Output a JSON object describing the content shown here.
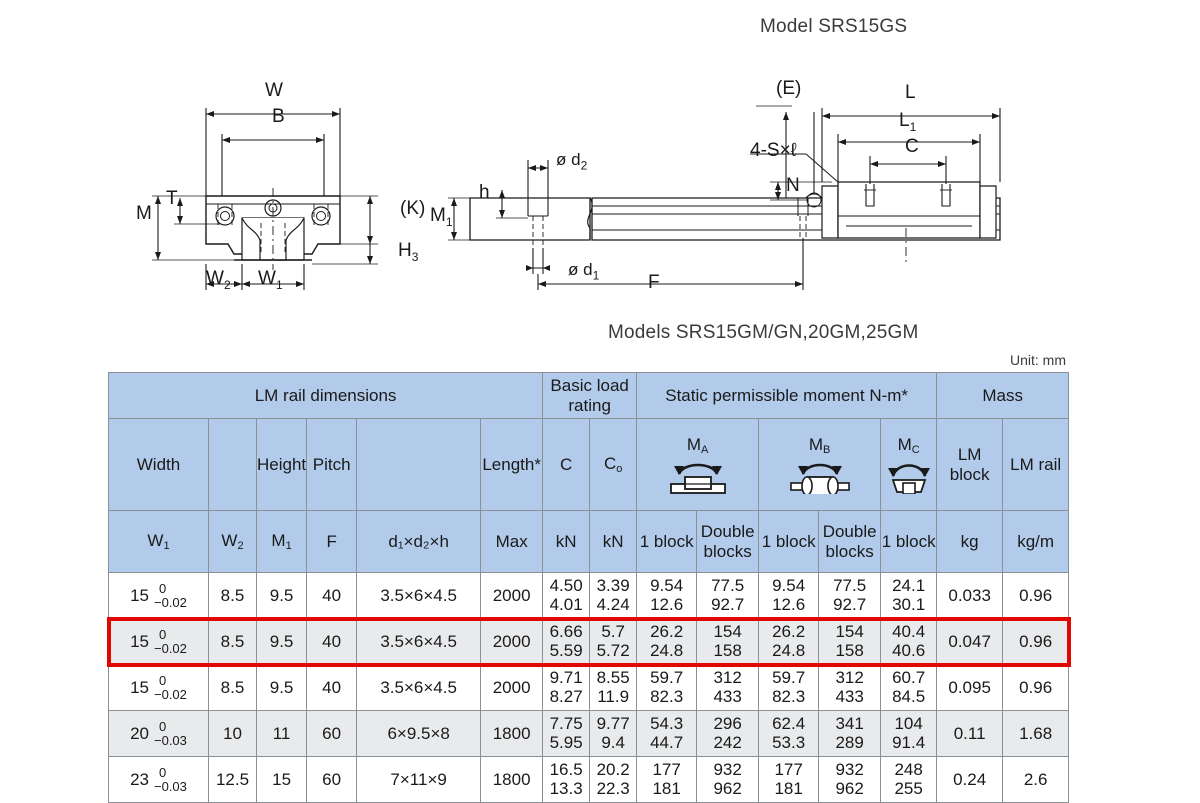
{
  "titles": {
    "top": "Model SRS15GS",
    "middle": "Models SRS15GM/GN,20GM,25GM",
    "unit_note": "Unit: mm"
  },
  "drawing_left": {
    "labels": {
      "W": "W",
      "B": "B",
      "T": "T",
      "M": "M",
      "K": "(K)",
      "H3_main": "H",
      "H3_sub": "3",
      "W2_main": "W",
      "W2_sub": "2",
      "W1_main": "W",
      "W1_sub": "1"
    }
  },
  "drawing_right": {
    "labels": {
      "M1_main": "M",
      "M1_sub": "1",
      "h": "h",
      "d2_sym": "ø",
      "d2_main": "d",
      "d2_sub": "2",
      "d1_sym": "ø",
      "d1_main": "d",
      "d1_sub": "1",
      "F": "F",
      "E": "(E)",
      "S": "4-S×ℓ",
      "N": "N",
      "L": "L",
      "L1_main": "L",
      "L1_sub": "1",
      "C": "C"
    }
  },
  "table": {
    "group_headers": [
      {
        "label": "LM rail dimensions",
        "span": 6
      },
      {
        "label": "Basic load rating",
        "span": 2
      },
      {
        "label": "Static permissible moment N-m*",
        "span": 5
      },
      {
        "label": "Mass",
        "span": 2
      }
    ],
    "mid_headers": {
      "width": "Width",
      "blank1": "",
      "height": "Height",
      "pitch": "Pitch",
      "blank2": "",
      "length": "Length*",
      "C": "C",
      "C0_main": "C",
      "C0_sub": "o",
      "MA_main": "M",
      "MA_sub": "A",
      "MB_main": "M",
      "MB_sub": "B",
      "MC_main": "M",
      "MC_sub": "C",
      "lm_block": "LM block",
      "lm_rail": "LM rail"
    },
    "sub_headers": {
      "W1_main": "W",
      "W1_sub": "1",
      "W2_main": "W",
      "W2_sub": "2",
      "M1_main": "M",
      "M1_sub": "1",
      "F": "F",
      "dxdxh": "d₁×d₂×h",
      "max": "Max",
      "kN_c": "kN",
      "kN_c0": "kN",
      "one_block_a": "1 block",
      "double_blocks_a": "Double blocks",
      "one_block_b": "1 block",
      "double_blocks_b": "Double blocks",
      "one_block_c": "1 block",
      "kg": "kg",
      "kg_m": "kg/m"
    },
    "highlighted_row_index": 1,
    "rows": [
      {
        "W1": "15",
        "W1_tol_hi": "0",
        "W1_tol_lo": "−0.02",
        "W2": "8.5",
        "M1": "9.5",
        "F": "40",
        "dxdxh": "3.5×6×4.5",
        "max": "2000",
        "C": [
          "4.50",
          "4.01"
        ],
        "C0": [
          "3.39",
          "4.24"
        ],
        "MA_one": [
          "9.54",
          "12.6"
        ],
        "MA_double": [
          "77.5",
          "92.7"
        ],
        "MB_one": [
          "9.54",
          "12.6"
        ],
        "MB_double": [
          "77.5",
          "92.7"
        ],
        "MC_one": [
          "24.1",
          "30.1"
        ],
        "mass_block": "0.033",
        "mass_rail": "0.96",
        "shaded": false
      },
      {
        "W1": "15",
        "W1_tol_hi": "0",
        "W1_tol_lo": "−0.02",
        "W2": "8.5",
        "M1": "9.5",
        "F": "40",
        "dxdxh": "3.5×6×4.5",
        "max": "2000",
        "C": [
          "6.66",
          "5.59"
        ],
        "C0": [
          "5.7",
          "5.72"
        ],
        "MA_one": [
          "26.2",
          "24.8"
        ],
        "MA_double": [
          "154",
          "158"
        ],
        "MB_one": [
          "26.2",
          "24.8"
        ],
        "MB_double": [
          "154",
          "158"
        ],
        "MC_one": [
          "40.4",
          "40.6"
        ],
        "mass_block": "0.047",
        "mass_rail": "0.96",
        "shaded": true
      },
      {
        "W1": "15",
        "W1_tol_hi": "0",
        "W1_tol_lo": "−0.02",
        "W2": "8.5",
        "M1": "9.5",
        "F": "40",
        "dxdxh": "3.5×6×4.5",
        "max": "2000",
        "C": [
          "9.71",
          "8.27"
        ],
        "C0": [
          "8.55",
          "11.9"
        ],
        "MA_one": [
          "59.7",
          "82.3"
        ],
        "MA_double": [
          "312",
          "433"
        ],
        "MB_one": [
          "59.7",
          "82.3"
        ],
        "MB_double": [
          "312",
          "433"
        ],
        "MC_one": [
          "60.7",
          "84.5"
        ],
        "mass_block": "0.095",
        "mass_rail": "0.96",
        "shaded": false
      },
      {
        "W1": "20",
        "W1_tol_hi": "0",
        "W1_tol_lo": "−0.03",
        "W2": "10",
        "M1": "11",
        "F": "60",
        "dxdxh": "6×9.5×8",
        "max": "1800",
        "C": [
          "7.75",
          "5.95"
        ],
        "C0": [
          "9.77",
          "9.4"
        ],
        "MA_one": [
          "54.3",
          "44.7"
        ],
        "MA_double": [
          "296",
          "242"
        ],
        "MB_one": [
          "62.4",
          "53.3"
        ],
        "MB_double": [
          "341",
          "289"
        ],
        "MC_one": [
          "104",
          "91.4"
        ],
        "mass_block": "0.11",
        "mass_rail": "1.68",
        "shaded": true
      },
      {
        "W1": "23",
        "W1_tol_hi": "0",
        "W1_tol_lo": "−0.03",
        "W2": "12.5",
        "M1": "15",
        "F": "60",
        "dxdxh": "7×11×9",
        "max": "1800",
        "C": [
          "16.5",
          "13.3"
        ],
        "C0": [
          "20.2",
          "22.3"
        ],
        "MA_one": [
          "177",
          "181"
        ],
        "MA_double": [
          "932",
          "962"
        ],
        "MB_one": [
          "177",
          "181"
        ],
        "MB_double": [
          "932",
          "962"
        ],
        "MC_one": [
          "248",
          "255"
        ],
        "mass_block": "0.24",
        "mass_rail": "2.6",
        "shaded": false
      }
    ]
  },
  "colors": {
    "header_blue": "#b2cbea",
    "row_shade": "#e8eaec",
    "highlight_red": "#e10600",
    "grid": "#8b9096"
  }
}
